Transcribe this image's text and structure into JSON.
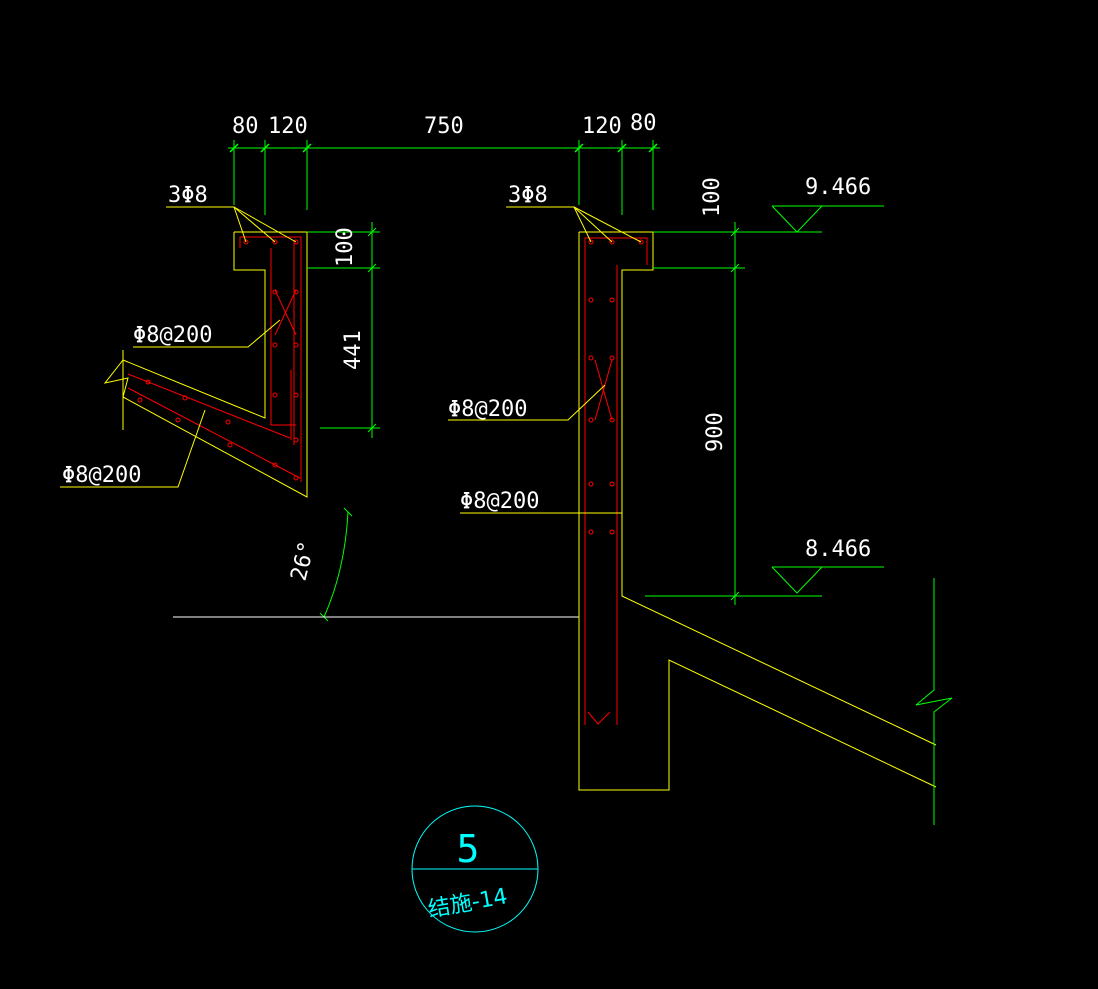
{
  "colors": {
    "background": "#000000",
    "outline": "#ffff00",
    "rebar": "#ff0000",
    "dimension": "#00ff00",
    "leader": "#ffff00",
    "text": "#ffffff",
    "callout": "#00ffff"
  },
  "dimensions": {
    "top_left_80": "80",
    "top_left_120": "120",
    "top_span_750": "750",
    "top_right_120": "120",
    "top_right_80": "80",
    "left_100": "100",
    "left_441": "441",
    "right_100": "100",
    "right_900": "900",
    "angle": "26°"
  },
  "labels": {
    "left_top_bars": "3Φ8",
    "left_stirrups": "Φ8@200",
    "left_slab_bars": "Φ8@200",
    "right_top_bars": "3Φ8",
    "right_wall_bars_1": "Φ8@200",
    "right_wall_bars_2": "Φ8@200"
  },
  "elevations": {
    "upper": "9.466",
    "lower": "8.466"
  },
  "callout": {
    "number": "5",
    "sheet": "结施-14"
  }
}
